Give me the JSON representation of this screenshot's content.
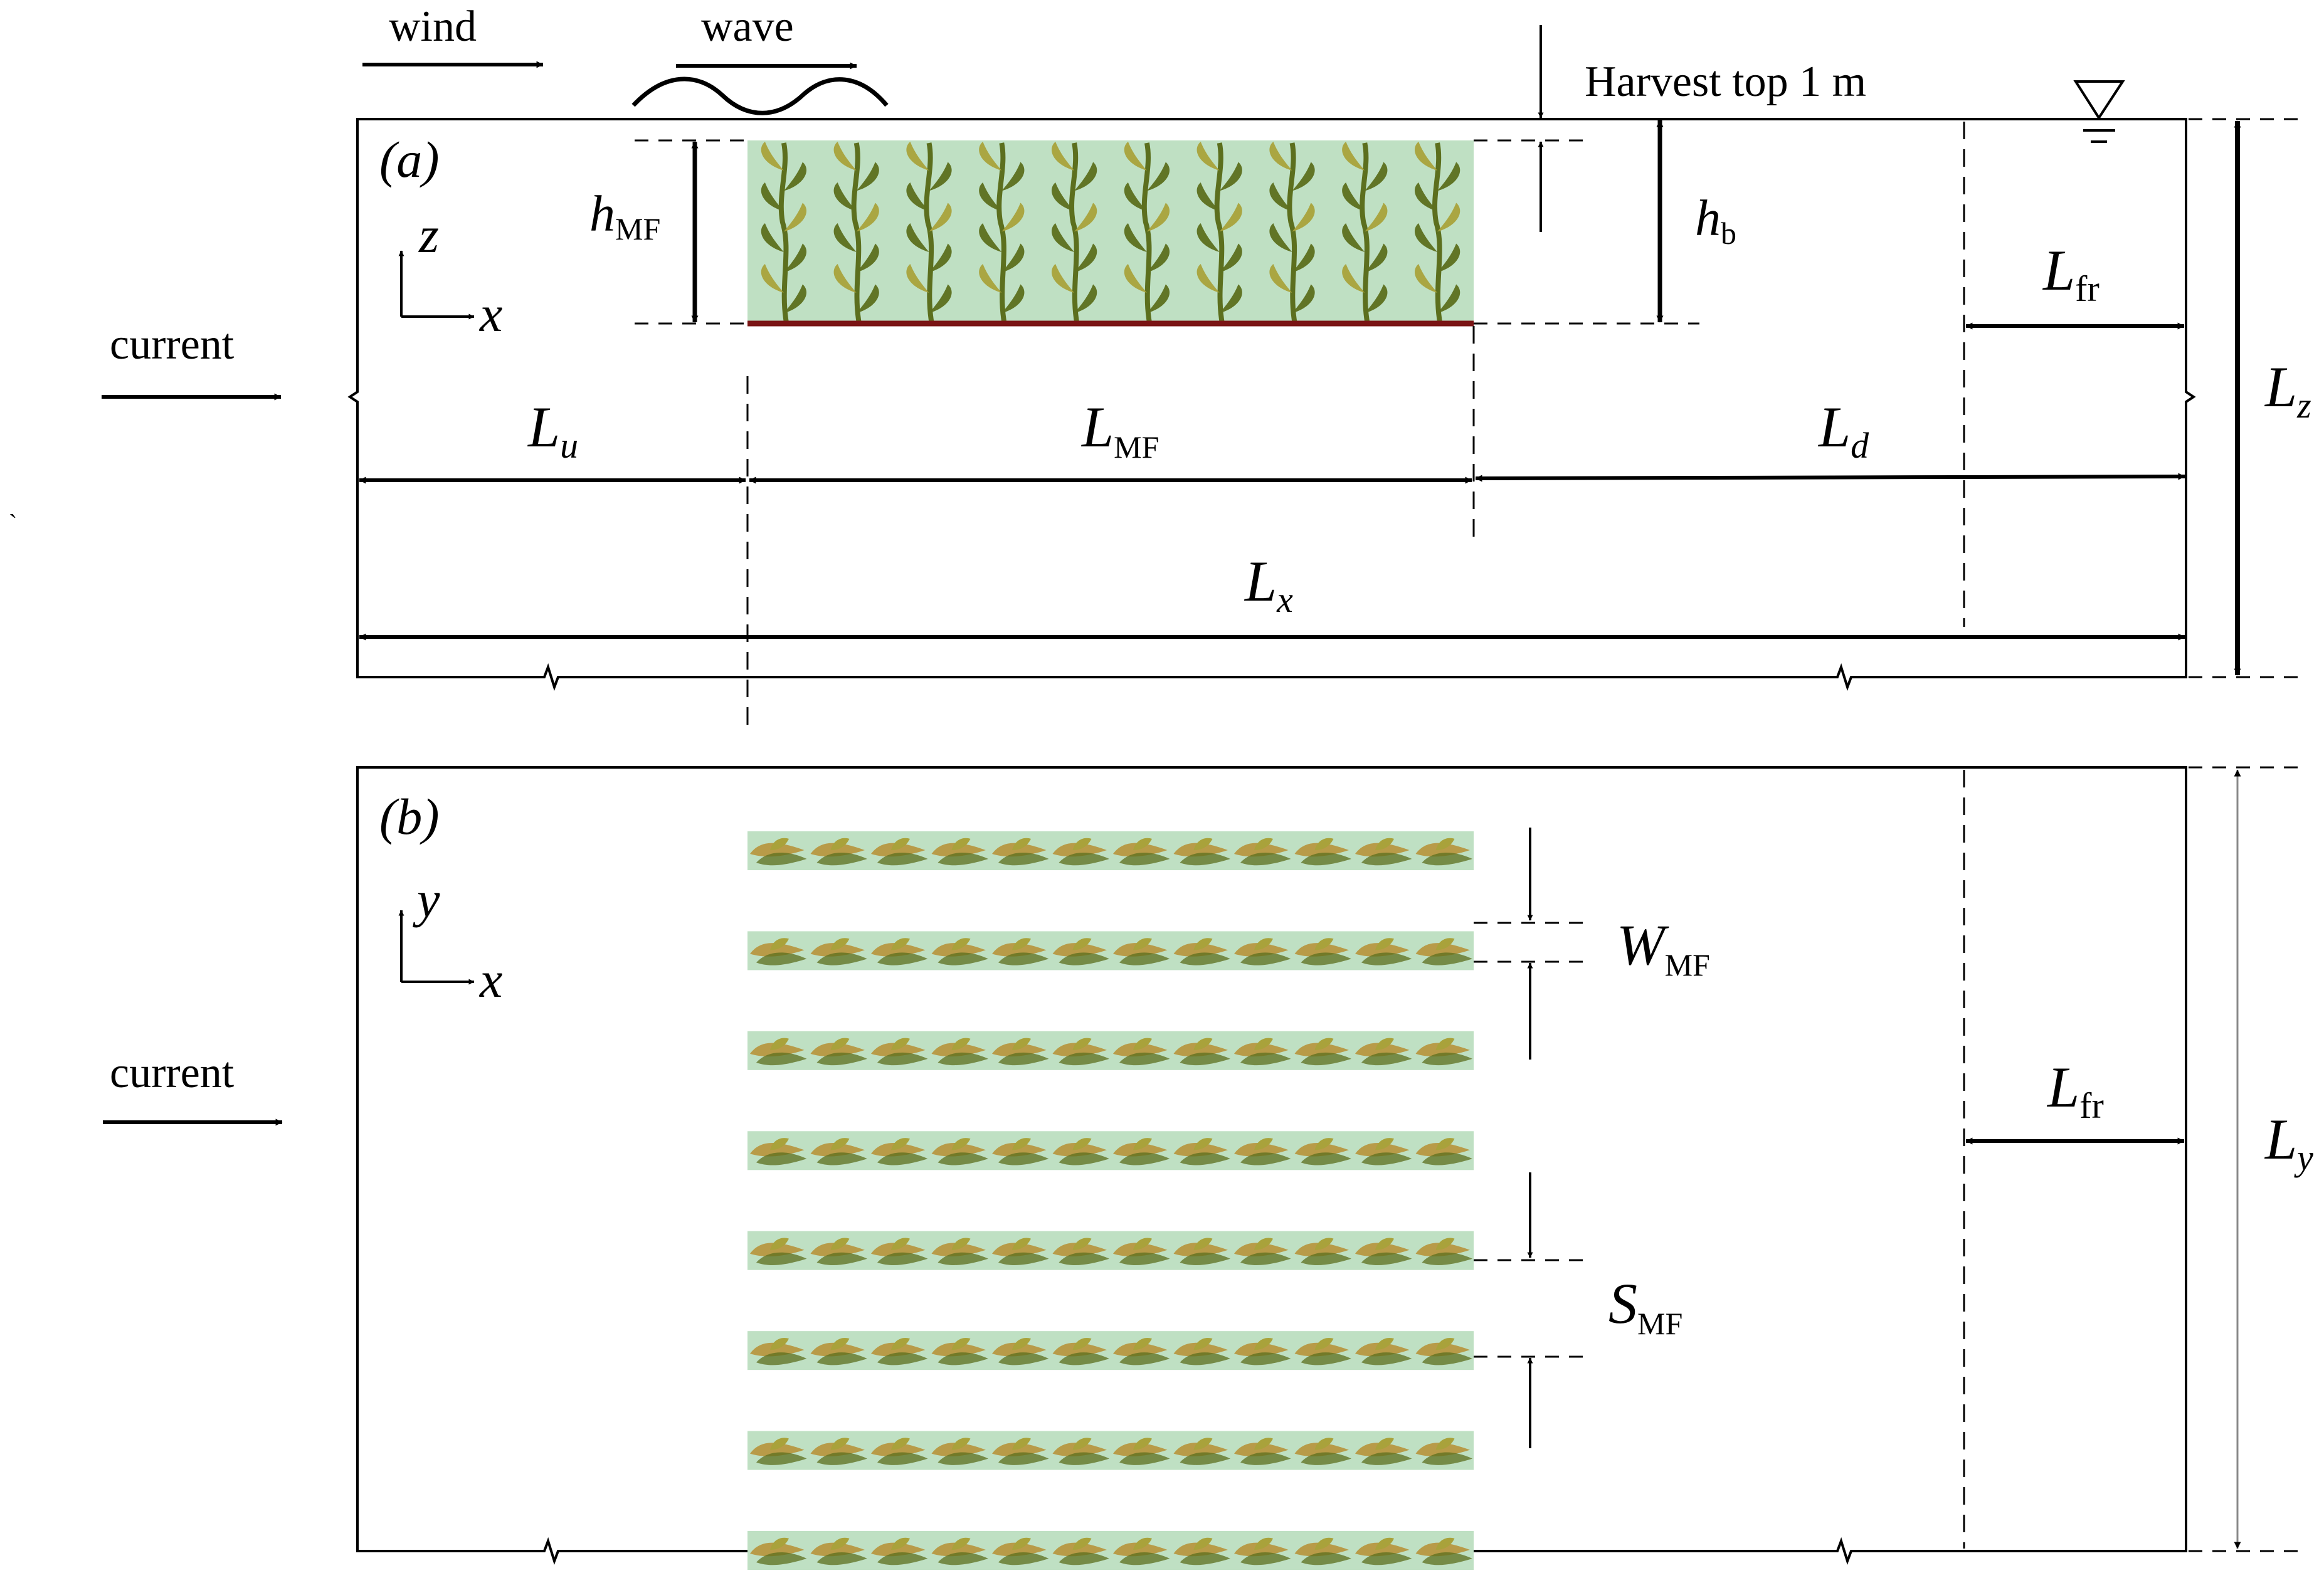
{
  "panel_a": {
    "label": "(a)",
    "wind": "wind",
    "wave": "wave",
    "current": "current",
    "harvest": "Harvest top 1 m",
    "axis_vertical": "z",
    "axis_horizontal": "x",
    "h_MF": {
      "sym": "h",
      "sub": "MF"
    },
    "h_b": {
      "sym": "h",
      "sub": "b"
    },
    "L_u": {
      "sym": "L",
      "sub": "u"
    },
    "L_MF": {
      "sym": "L",
      "sub": "MF"
    },
    "L_d": {
      "sym": "L",
      "sub": "d"
    },
    "L_x": {
      "sym": "L",
      "sub": "x"
    },
    "L_z": {
      "sym": "L",
      "sub": "z"
    },
    "L_fr": {
      "sym": "L",
      "sub": "fr"
    },
    "kelp_columns": 10
  },
  "panel_b": {
    "label": "(b)",
    "current": "current",
    "axis_vertical": "y",
    "axis_horizontal": "x",
    "W_MF": {
      "sym": "W",
      "sub": "MF"
    },
    "S_MF": {
      "sym": "S",
      "sub": "MF"
    },
    "L_fr": {
      "sym": "L",
      "sub": "fr"
    },
    "L_y": {
      "sym": "L",
      "sub": "y"
    },
    "kelp_rows": 8,
    "plants_per_row": 12
  },
  "colors": {
    "farm_fill": "#bfe0c3",
    "backline": "#7a1414",
    "kelp_dark": "#5c6f1e",
    "kelp_light": "#a9a23b",
    "frond_b": "#b89b48"
  }
}
